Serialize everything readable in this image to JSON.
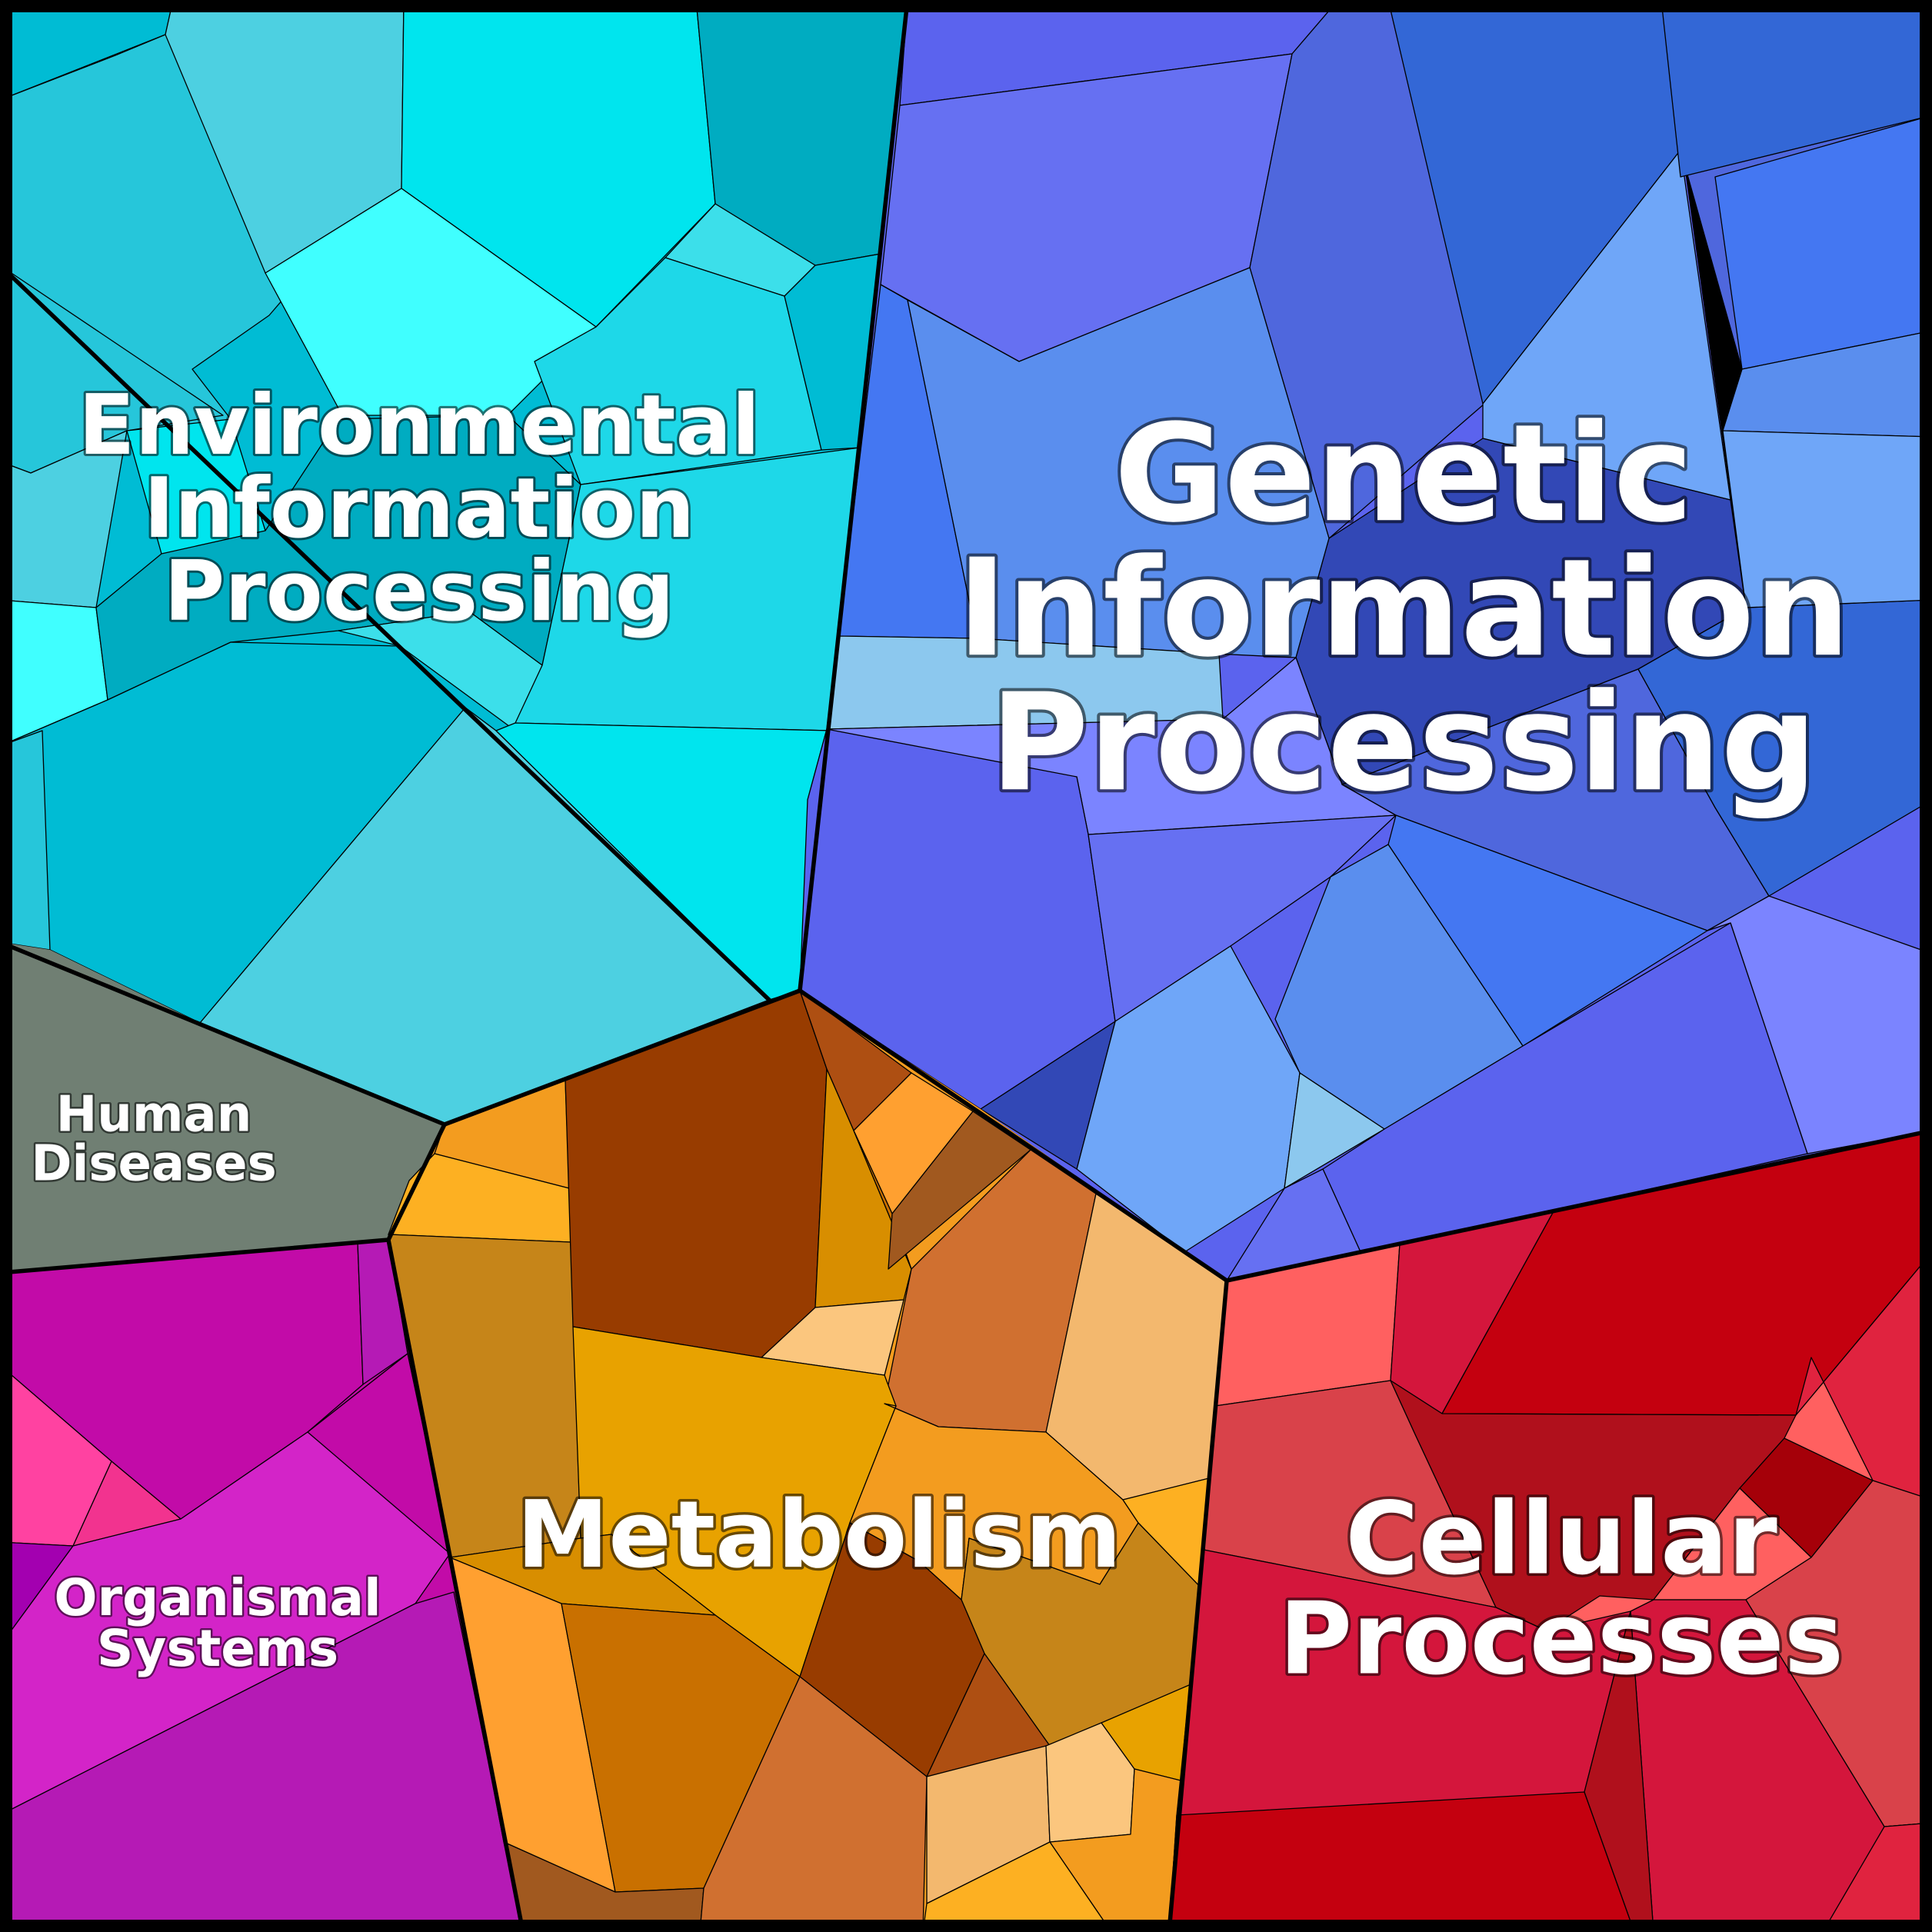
{
  "categories": [
    {
      "key": "environmental",
      "lines": [
        "Environmental",
        "Information",
        "Processing"
      ]
    },
    {
      "key": "genetic",
      "lines": [
        "Genetic",
        "Information",
        "Processing"
      ]
    },
    {
      "key": "human",
      "lines": [
        "Human",
        "Diseases"
      ]
    },
    {
      "key": "organismal",
      "lines": [
        "Organismal",
        "Systems"
      ]
    },
    {
      "key": "metabolism",
      "lines": [
        "Metabolism"
      ]
    },
    {
      "key": "cellular",
      "lines": [
        "Cellular",
        "Processes"
      ]
    }
  ],
  "colors": {
    "environmental": [
      "#00BCD4",
      "#26C6DA",
      "#4DD0E1",
      "#00E5EE",
      "#40FFFF",
      "#00ACC1",
      "#3CDFEA",
      "#1ED8E8"
    ],
    "genetic": [
      "#5B63EE",
      "#6670F2",
      "#4F67DD",
      "#3367D6",
      "#4477F2",
      "#5A8EEE",
      "#6FA6F8",
      "#3248B6",
      "#8CC8EE",
      "#7B84FF"
    ],
    "human": [
      "#707F73"
    ],
    "organismal": [
      "#C20BA8",
      "#B51AB5",
      "#FF42A1",
      "#F2338F",
      "#A300B0",
      "#D324C8"
    ],
    "metabolism": [
      "#F39C1F",
      "#FDB022",
      "#C68519",
      "#983C00",
      "#AE4F12",
      "#D88E00",
      "#FFA030",
      "#C97000",
      "#A1591F",
      "#D07030",
      "#F3B86E",
      "#FBC67E",
      "#E8A200"
    ],
    "cellular": [
      "#FF6060",
      "#D9424A",
      "#D4163C",
      "#C4000F",
      "#B0101C",
      "#E0233F",
      "#A50009"
    ]
  }
}
